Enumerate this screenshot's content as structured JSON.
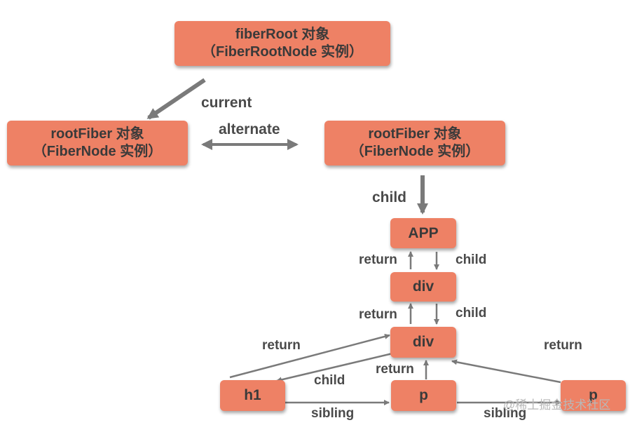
{
  "nodes": {
    "fiberRoot": {
      "line1": "fiberRoot 对象",
      "line2": "（FiberRootNode 实例）"
    },
    "current_root_fiber": {
      "line1": "rootFiber 对象",
      "line2": "（FiberNode 实例）"
    },
    "wip_root_fiber": {
      "line1": "rootFiber 对象",
      "line2": "（FiberNode 实例）"
    },
    "app": "APP",
    "div1": "div",
    "div2": "div",
    "h1": "h1",
    "p1": "p",
    "p2": "p"
  },
  "edges": {
    "current": "current",
    "alternate": "alternate",
    "child_root_app": "child",
    "app_div_return": "return",
    "app_div_child": "child",
    "div_div_return": "return",
    "div_div_child": "child",
    "h1_return": "return",
    "div_h1_child": "child",
    "p1_return": "return",
    "p2_return": "return",
    "h1_p1_sibling": "sibling",
    "p1_p2_sibling": "sibling"
  },
  "watermark": "@稀土掘金技术社区",
  "colors": {
    "node_fill": "#ee8165",
    "arrow": "#7a7a7a",
    "text": "#3a3a3a"
  }
}
